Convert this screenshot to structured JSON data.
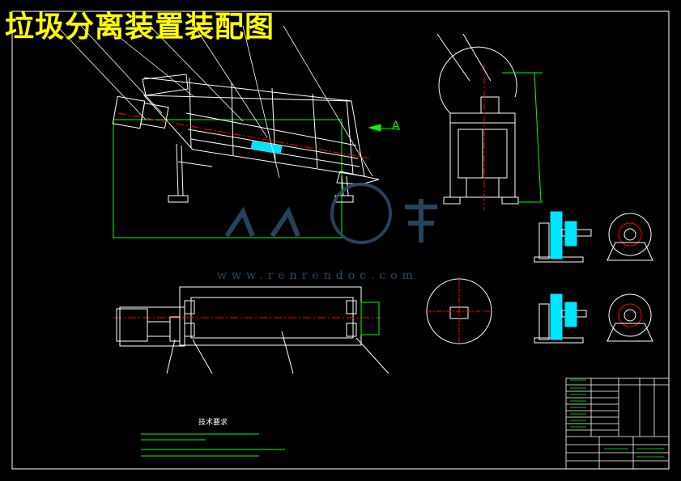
{
  "title": "垃圾分离装置装配图",
  "watermark": {
    "text": "www.renrendoc.com"
  },
  "view_labels": {
    "arrow_view": "A"
  },
  "notes": {
    "technical_requirements_title": "技术要求"
  },
  "colors": {
    "background": "#000000",
    "frame": "#ffffff",
    "drawing_lines": "#ffffff",
    "dimension_lines": "#00ff00",
    "leader_lines": "#ffffff",
    "highlight_parts": "#00e5ff",
    "center_lines": "#ff0000",
    "title_text": "#ffff00",
    "watermark": "#2a4a66"
  }
}
